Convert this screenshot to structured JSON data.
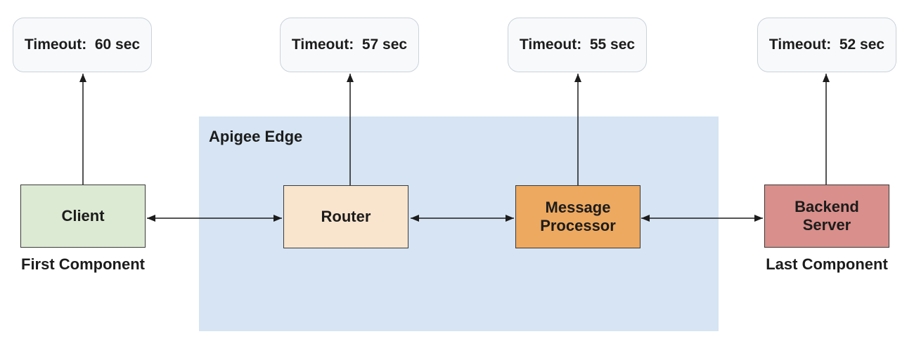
{
  "diagram": {
    "apigee": {
      "label": "Apigee Edge",
      "bg": "#d6e4f3"
    },
    "timeouts": [
      {
        "label": "Timeout:  60 sec"
      },
      {
        "label": "Timeout:  57 sec"
      },
      {
        "label": "Timeout:  55 sec"
      },
      {
        "label": "Timeout:  52 sec"
      }
    ],
    "timeout_style": {
      "bg": "#f8f9fb",
      "border": "#c9d2da"
    },
    "nodes": {
      "client": {
        "label": "Client",
        "caption": "First Component",
        "bg": "#dcead3"
      },
      "router": {
        "label": "Router",
        "bg": "#f9e5ce"
      },
      "message_processor": {
        "label": "Message Processor",
        "bg": "#eda960"
      },
      "backend_server": {
        "label": "Backend Server",
        "caption": "Last Component",
        "bg": "#d98f8b"
      }
    },
    "node_border_color": "#3a3a3a",
    "arrow_color": "#1c1c1c",
    "text_color": "#1c1c1c"
  }
}
